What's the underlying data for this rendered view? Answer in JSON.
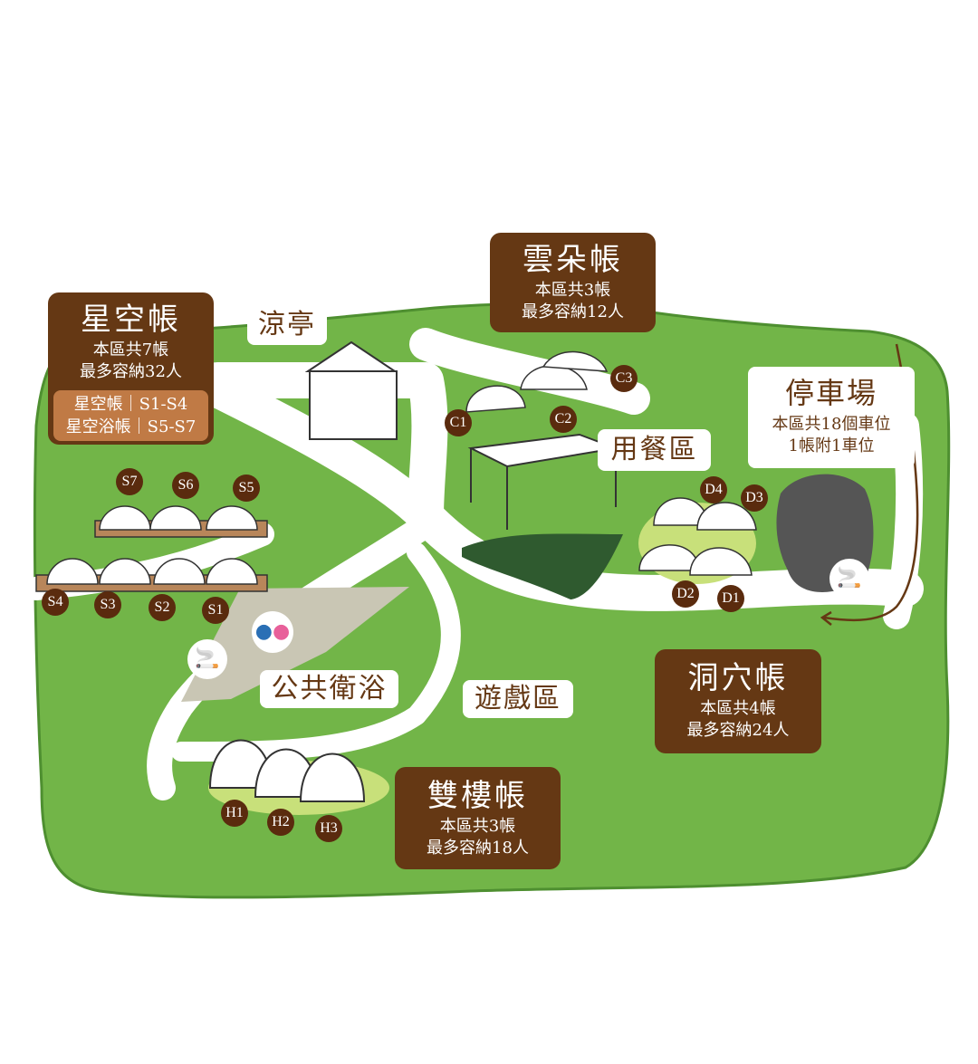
{
  "areas": {
    "star": {
      "title": "星空帳",
      "line1": "本區共7帳",
      "line2": "最多容納32人",
      "sub1": "星空帳｜S1-S4",
      "sub2": "星空浴帳｜S5-S7"
    },
    "cloud": {
      "title": "雲朵帳",
      "line1": "本區共3帳",
      "line2": "最多容納12人"
    },
    "cave": {
      "title": "洞穴帳",
      "line1": "本區共4帳",
      "line2": "最多容納24人"
    },
    "double": {
      "title": "雙樓帳",
      "line1": "本區共3帳",
      "line2": "最多容納18人"
    },
    "parking": {
      "title": "停車場",
      "line1": "本區共18個車位",
      "line2": "1帳附1車位"
    }
  },
  "facilities": {
    "pavilion": "涼亭",
    "dining": "用餐區",
    "restroom": "公共衛浴",
    "playground": "遊戲區"
  },
  "markers": [
    "S1",
    "S2",
    "S3",
    "S4",
    "S5",
    "S6",
    "S7",
    "C1",
    "C2",
    "C3",
    "D1",
    "D2",
    "D3",
    "D4",
    "H1",
    "H2",
    "H3"
  ],
  "colors": {
    "brown": "#653814",
    "light_brown": "#c07a45",
    "grass": "#72b548",
    "marker": "#5a2b0e"
  }
}
